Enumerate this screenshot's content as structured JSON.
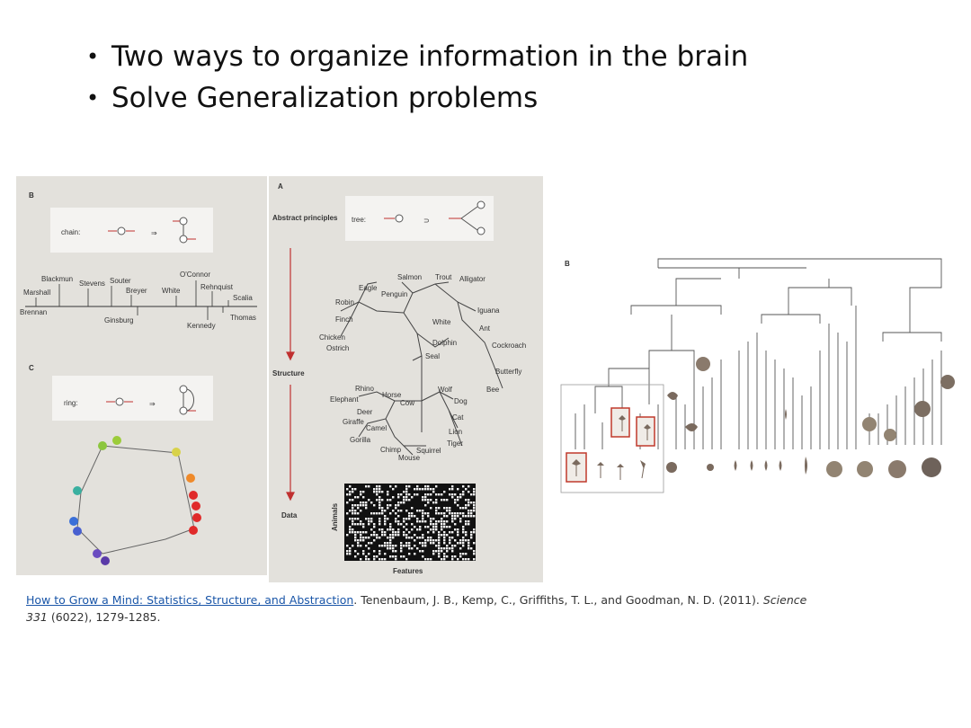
{
  "bullets": [
    "Two ways to organize information in the brain",
    "Solve Generalization problems"
  ],
  "figure_left": {
    "panel_b": {
      "letter": "B",
      "formula_label": "chain:",
      "names": [
        "Blackmun",
        "Stevens",
        "Souter",
        "O'Connor",
        "Rehnquist",
        "Scalia",
        "Marshall",
        "Brennan",
        "Breyer",
        "White",
        "Ginsburg",
        "Kennedy",
        "Thomas"
      ]
    },
    "panel_c": {
      "letter": "C",
      "formula_label": "ring:"
    },
    "panel_a": {
      "letter": "A",
      "formula_label": "tree:",
      "levels": [
        "Abstract principles",
        "Structure",
        "Data"
      ],
      "animals": [
        "Salmon",
        "Trout",
        "Alligator",
        "Eagle",
        "Penguin",
        "Robin",
        "Iguana",
        "Finch",
        "White",
        "Chicken",
        "Ant",
        "Ostrich",
        "Dolphin",
        "Cockroach",
        "Seal",
        "Butterfly",
        "Bee",
        "Rhino",
        "Horse",
        "Wolf",
        "Elephant",
        "Cow",
        "Dog",
        "Deer",
        "Cat",
        "Giraffe",
        "Camel",
        "Lion",
        "Gorilla",
        "Tiger",
        "Chimp",
        "Squirrel",
        "Mouse"
      ],
      "matrix_y_label": "Animals",
      "matrix_x_label": "Features"
    }
  },
  "figure_right": {
    "letter": "B"
  },
  "citation": {
    "link_text": "How to Grow a Mind: Statistics, Structure, and Abstraction",
    "authors": ". Tenenbaum, J. B., Kemp, C., Griffiths, T. L., and Goodman, N. D. (2011). ",
    "journal": "Science",
    "volume": "331",
    "rest": " (6022), 1279-1285."
  }
}
